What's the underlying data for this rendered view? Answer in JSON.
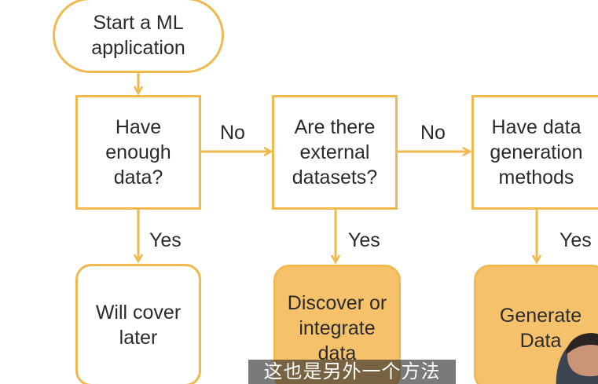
{
  "flowchart": {
    "start": [
      "Start a ML",
      "application"
    ],
    "q1": [
      "Have",
      "enough",
      "data?"
    ],
    "q2": [
      "Are there",
      "external",
      "datasets?"
    ],
    "q3": [
      "Have data",
      "generation",
      "methods"
    ],
    "r1": [
      "Will cover",
      "later"
    ],
    "r2": [
      "Discover or",
      "integrate",
      "data"
    ],
    "r3": [
      "Generate",
      "Data"
    ],
    "edges": {
      "no": "No",
      "yes": "Yes"
    }
  },
  "caption": "这也是另外一个方法",
  "colors": {
    "border": "#f0b94e",
    "fill": "#f6c16b",
    "text": "#2b2b2b",
    "arrow": "#f0b94e"
  }
}
